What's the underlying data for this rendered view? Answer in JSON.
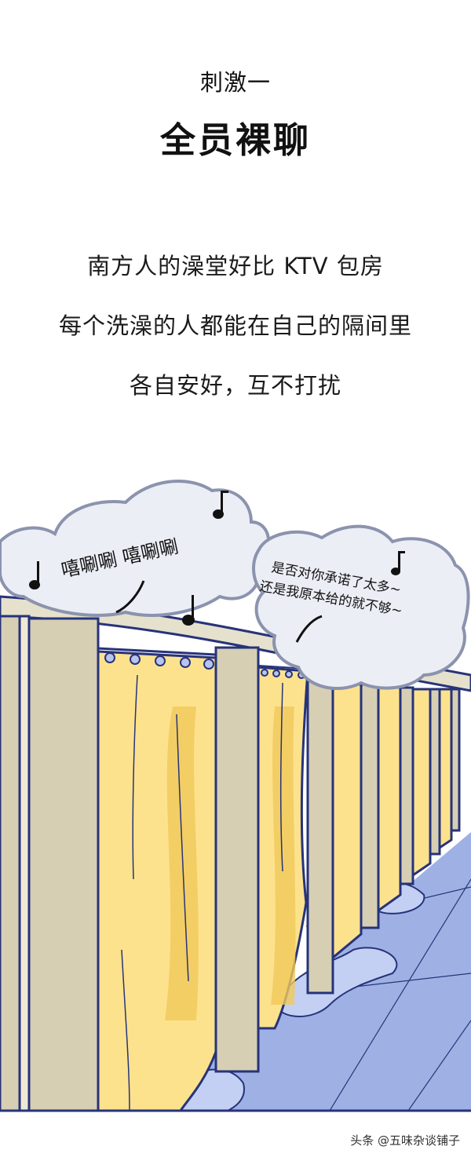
{
  "section": {
    "label": "刺激一",
    "highlight_color": "#f9dc1c"
  },
  "title": "全员裸聊",
  "paragraphs": [
    "南方人的澡堂好比 KTV 包房",
    "每个洗澡的人都能在自己的隔间里",
    "各自安好，互不打扰"
  ],
  "illustration": {
    "bubble_left_text": "嘻唰唰 嘻唰唰",
    "bubble_right_lines": [
      "是否对你承诺了太多~",
      "还是我原本给的就不够~"
    ],
    "colors": {
      "outline": "#27337a",
      "curtain": "#fde28e",
      "curtain_shade": "#f0c95a",
      "partition": "#d6cfb4",
      "floor": "#9fb1e4",
      "puddle": "#c3d0f3",
      "cloud": "#eceef6",
      "cloud_outline": "#8b93ad"
    }
  },
  "footer": {
    "watermark": "头条 @五味杂谈铺子"
  }
}
